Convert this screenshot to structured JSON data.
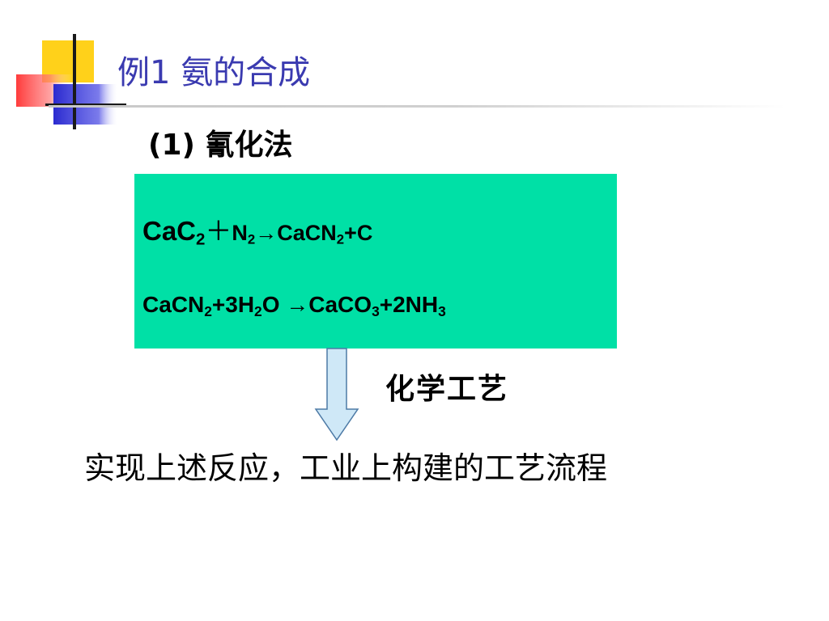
{
  "slide": {
    "title": "例1 氨的合成",
    "section_heading": "(1)  氰化法",
    "arrow_label": "化学工艺",
    "bottom_text": "实现上述反应，工业上构建的工艺流程"
  },
  "equations": {
    "eq1": {
      "r1": "CaC",
      "r1_sub": "2",
      "plus": "＋",
      "r2": "N",
      "r2_sub": "2",
      "arrow": "→",
      "p1": "CaCN",
      "p1_sub": "2",
      "p2": "+C"
    },
    "eq2": {
      "r1": "CaCN",
      "r1_sub": "2",
      "r2a": "+3H",
      "r2_sub": "2",
      "r2b": "O ",
      "arrow": "→",
      "p1": "CaCO",
      "p1_sub": "3",
      "p2": "+2NH",
      "p2_sub": "3"
    }
  },
  "colors": {
    "equation_box": "#00e0a6",
    "title": "#3a3ab0",
    "flow_arrow_fill": "#cfe8f7",
    "flow_arrow_stroke": "#4d7aa6"
  },
  "icons": {
    "logo": "slide-logo-icon",
    "flow_arrow": "down-arrow-icon"
  }
}
